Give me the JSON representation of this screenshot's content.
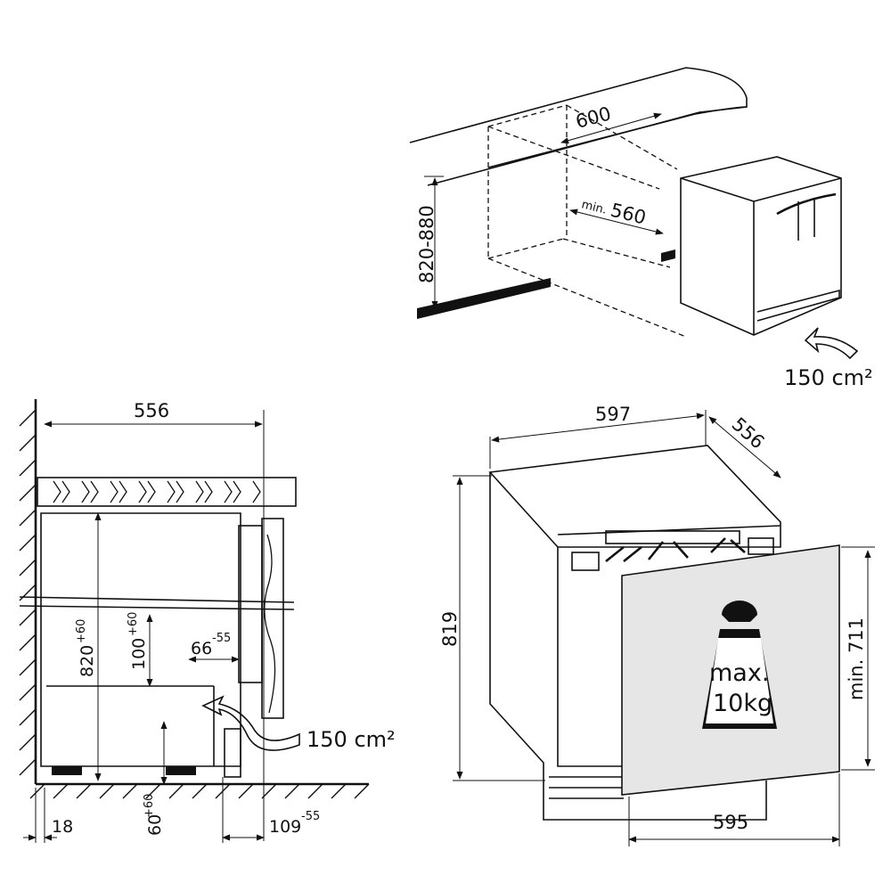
{
  "top_view": {
    "width_label": "600",
    "depth_min_prefix": "min.",
    "depth_min_value": "560",
    "height_range": "820-880",
    "vent_area": "150 cm²"
  },
  "side_view": {
    "depth_top": "556",
    "height_base": "820",
    "height_tol": "+60",
    "inner_base": "100",
    "inner_tol": "+60",
    "gap_base": "66",
    "gap_tol": "-55",
    "plinth_base": "60",
    "plinth_tol": "+60",
    "wall_gap": "18",
    "plinth_depth_base": "109",
    "plinth_depth_tol": "-55",
    "vent_area": "150 cm²"
  },
  "front_view": {
    "width": "597",
    "depth": "556",
    "height": "819",
    "door_width": "595",
    "door_height_min": "min. 711",
    "max_load_line1": "max.",
    "max_load_line2": "10kg"
  }
}
